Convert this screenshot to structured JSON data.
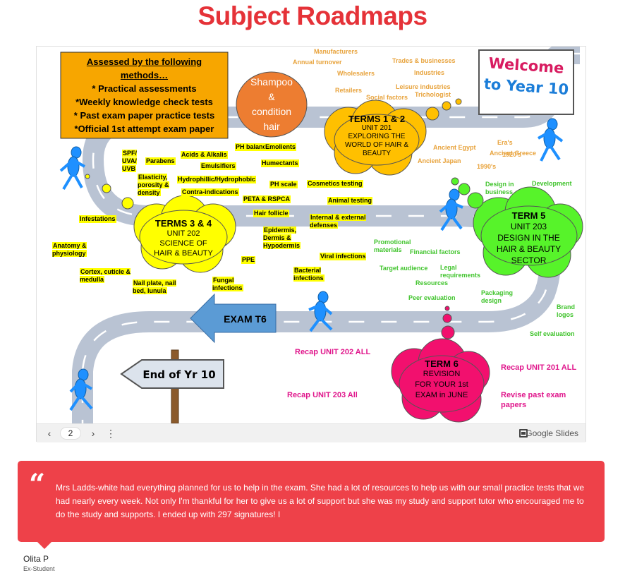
{
  "page": {
    "title": "Subject Roadmaps"
  },
  "slide": {
    "assessed_box": {
      "heading": "Assessed by the following methods…",
      "items": [
        "* Practical assessments",
        "*Weekly knowledge check tests",
        "* Past exam paper practice tests",
        "*Official 1st attempt exam paper"
      ]
    },
    "shampoo_bubble": {
      "lines": [
        "Shampoo",
        "&",
        "condition",
        "hair"
      ]
    },
    "welcome_sign": {
      "line1": "Welcome",
      "line2": "to Year 10"
    },
    "term12": {
      "title": "TERMS 1 & 2",
      "lines": [
        "UNIT 201",
        "EXPLORING THE",
        "WORLD OF HAIR &",
        "BEAUTY"
      ]
    },
    "term34": {
      "title": "TERMS 3 & 4",
      "lines": [
        "UNIT 202",
        "SCIENCE OF",
        "HAIR & BEAUTY"
      ]
    },
    "term5": {
      "title": "TERM 5",
      "lines": [
        "UNIT 203",
        "DESIGN IN THE",
        "HAIR & BEAUTY",
        "SECTOR"
      ]
    },
    "term6": {
      "title": "TERM 6",
      "lines": [
        "REVISION",
        "FOR YOUR 1st",
        "EXAM in JUNE"
      ]
    },
    "exam_arrow": "EXAM T6",
    "end_sign": "End of Yr 10",
    "orange_labels": [
      "Manufacturers",
      "Annual turnover",
      "Wholesalers",
      "Retailers",
      "Social factors",
      "Trades & businesses",
      "Industries",
      "Leisure industries",
      "Trichologist",
      "Ancient Egypt",
      "Ancient Japan",
      "Era's",
      "1920's",
      "Ancient Greece",
      "1990's"
    ],
    "yellow_labels": [
      "SPF/ UVA/ UVB",
      "Parabens",
      "Acids & Alkalis",
      "Emulsifiers",
      "PH balance",
      "Emolients",
      "Humectants",
      "Elasticity, porosity & density",
      "Hydrophillic/Hydrophobic",
      "PH scale",
      "Cosmetics testing",
      "Contra-indications",
      "PETA & RSPCA",
      "Animal testing",
      "Hair follicle",
      "Infestations",
      "Internal & external defenses",
      "Epidermis, Dermis & Hypodermis",
      "Anatomy & physiology",
      "PPE",
      "Viral infections",
      "Cortex, cuticle & medulla",
      "Nail plate, nail bed, lunula",
      "Fungal infections",
      "Bacterial infections"
    ],
    "green_labels": [
      "Design in business",
      "Development",
      "Promotional materials",
      "Financial factors",
      "Target audience",
      "Legal requirements",
      "Resources",
      "Peer evaluation",
      "Packaging design",
      "Brand logos",
      "Self evaluation"
    ],
    "pink_labels": [
      "Recap UNIT 202 ALL",
      "Recap UNIT 203 All",
      "Recap UNIT 201 ALL",
      "Revise past exam papers"
    ]
  },
  "viewer": {
    "page_number": "2",
    "prev_icon": "‹",
    "next_icon": "›",
    "menu_icon": "⋮",
    "brand": "Google Slides"
  },
  "testimonial": {
    "quote": "Mrs Ladds-white had everything planned for us to help in the exam. She had a lot of resources to help us with our small practice tests that we had nearly every week. Not only I'm thankful for her to give us a lot of support but she was my study and support tutor who encouraged me to do the study and supports. I ended up with 297 signatures! I",
    "author": "Olita P",
    "role": "Ex-Student"
  },
  "colors": {
    "title": "#e53238",
    "testimonial_bg": "#ee4149",
    "road": "#b9c3d3",
    "orange": "#e8a33c",
    "green": "#41c42d",
    "pink": "#e0178c"
  }
}
